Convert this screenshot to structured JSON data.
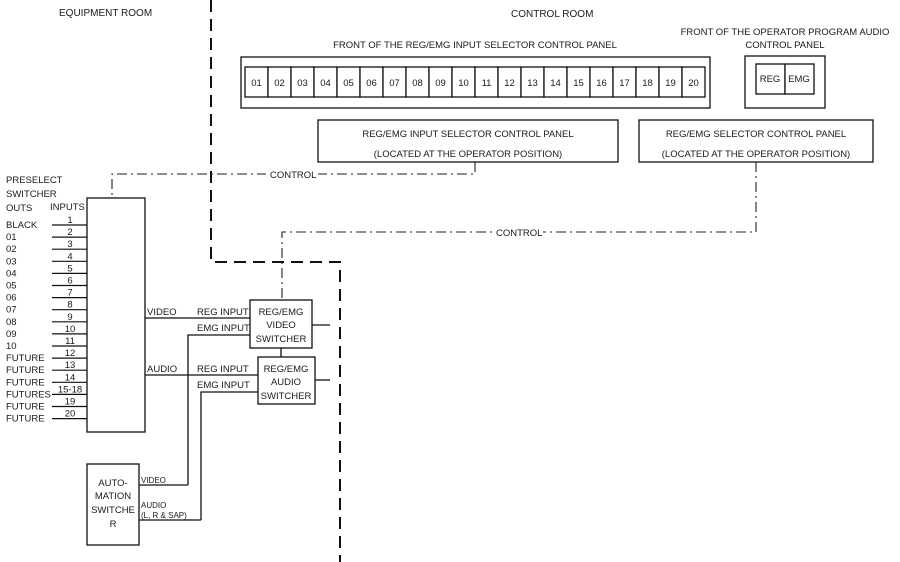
{
  "rooms": {
    "equipment": "EQUIPMENT ROOM",
    "control": "CONTROL ROOM"
  },
  "input_panel_front": {
    "title": "FRONT OF THE REG/EMG INPUT SELECTOR CONTROL PANEL",
    "buttons": [
      "01",
      "02",
      "03",
      "04",
      "05",
      "06",
      "07",
      "08",
      "09",
      "10",
      "11",
      "12",
      "13",
      "14",
      "15",
      "16",
      "17",
      "18",
      "19",
      "20"
    ]
  },
  "audio_panel_front": {
    "title_line1": "FRONT OF THE OPERATOR PROGRAM AUDIO",
    "title_line2": "CONTROL PANEL",
    "buttons": [
      "REG",
      "EMG"
    ]
  },
  "input_selector_panel": {
    "line1": "REG/EMG INPUT SELECTOR CONTROL PANEL",
    "line2": "(LOCATED AT THE OPERATOR POSITION)"
  },
  "selector_panel": {
    "line1": "REG/EMG SELECTOR CONTROL PANEL",
    "line2": "(LOCATED AT THE OPERATOR POSITION)"
  },
  "control_labels": [
    "CONTROL",
    "CONTROL"
  ],
  "preselect": {
    "title_lines": [
      "PRESELECT",
      "SWITCHER",
      "OUTS"
    ],
    "inputs_header": "INPUTS",
    "rows": [
      {
        "source": "BLACK",
        "input": "1"
      },
      {
        "source": "01",
        "input": "2"
      },
      {
        "source": "02",
        "input": "3"
      },
      {
        "source": "03",
        "input": "4"
      },
      {
        "source": "04",
        "input": "5"
      },
      {
        "source": "05",
        "input": "6"
      },
      {
        "source": "06",
        "input": "7"
      },
      {
        "source": "07",
        "input": "8"
      },
      {
        "source": "08",
        "input": "9"
      },
      {
        "source": "09",
        "input": "10"
      },
      {
        "source": "10",
        "input": "11"
      },
      {
        "source": "FUTURE",
        "input": "12"
      },
      {
        "source": "FUTURE",
        "input": "13"
      },
      {
        "source": "FUTURE",
        "input": "14"
      },
      {
        "source": "FUTURES",
        "input": "15-18"
      },
      {
        "source": "FUTURE",
        "input": "19"
      },
      {
        "source": "FUTURE",
        "input": "20"
      }
    ],
    "outputs": {
      "video": "VIDEO",
      "audio": "AUDIO"
    }
  },
  "video_switcher": {
    "lines": [
      "REG/EMG",
      "VIDEO",
      "SWITCHER"
    ],
    "reg_input": "REG INPUT",
    "emg_input": "EMG INPUT"
  },
  "audio_switcher": {
    "lines": [
      "REG/EMG",
      "AUDIO",
      "SWITCHER"
    ],
    "reg_input": "REG INPUT",
    "emg_input": "EMG INPUT"
  },
  "automation_switcher": {
    "lines": [
      "AUTO-",
      "MATION",
      "SWITCHE",
      "R"
    ],
    "video_out": "VIDEO",
    "audio_out_line1": "AUDIO",
    "audio_out_line2": "(L, R & SAP)"
  }
}
